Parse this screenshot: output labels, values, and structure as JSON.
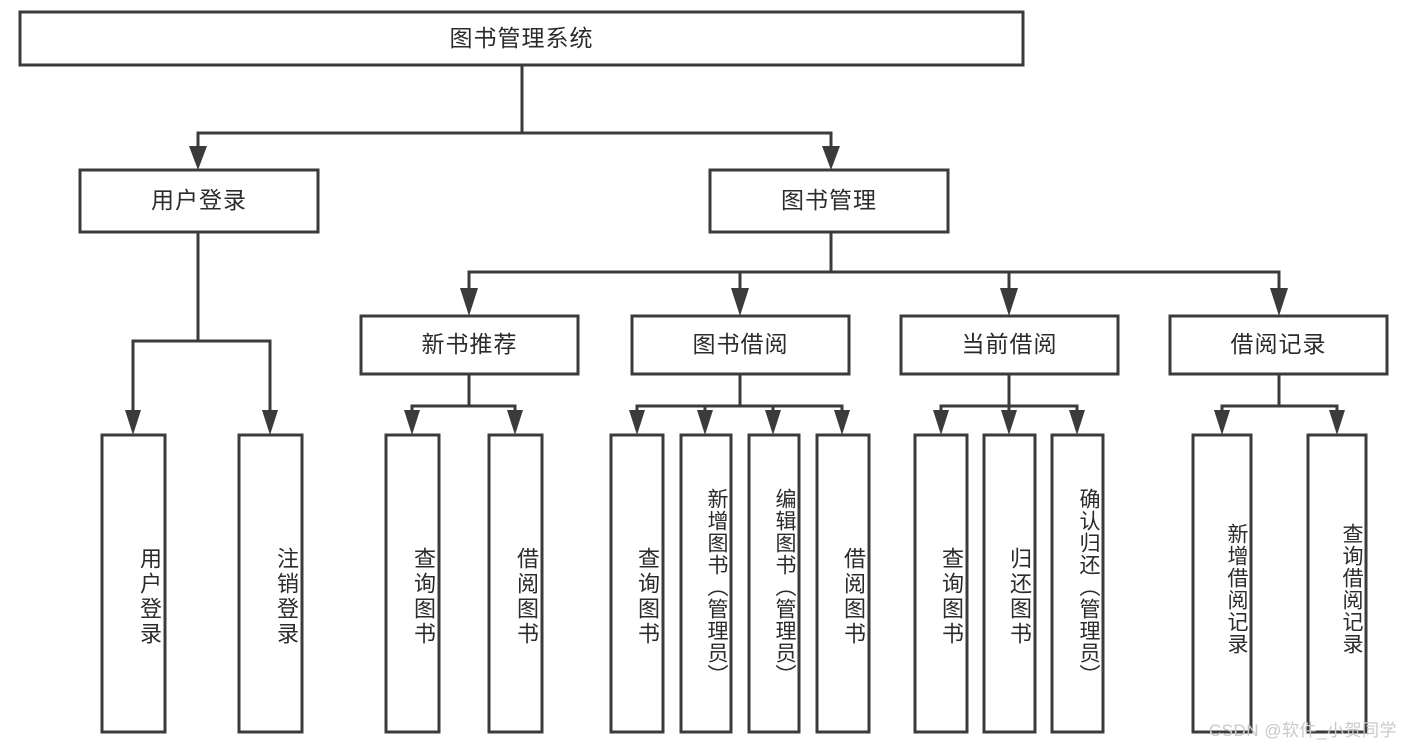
{
  "diagram": {
    "title": "图书管理系统",
    "type": "tree-hierarchy",
    "root": {
      "id": "root",
      "label": "图书管理系统"
    },
    "level2": [
      {
        "id": "user-login",
        "label": "用户登录"
      },
      {
        "id": "book-management",
        "label": "图书管理"
      }
    ],
    "level3": [
      {
        "id": "new-book-recommend",
        "label": "新书推荐",
        "parent": "book-management"
      },
      {
        "id": "book-borrow",
        "label": "图书借阅",
        "parent": "book-management"
      },
      {
        "id": "current-borrow",
        "label": "当前借阅",
        "parent": "book-management"
      },
      {
        "id": "borrow-record",
        "label": "借阅记录",
        "parent": "book-management"
      }
    ],
    "leaves": [
      {
        "id": "leaf-user-login",
        "label": "用户登录",
        "parent": "user-login"
      },
      {
        "id": "leaf-logout-login",
        "label": "注销登录",
        "parent": "user-login"
      },
      {
        "id": "leaf-query-book-1",
        "label": "查询图书",
        "parent": "new-book-recommend"
      },
      {
        "id": "leaf-borrow-book-1",
        "label": "借阅图书",
        "parent": "new-book-recommend"
      },
      {
        "id": "leaf-query-book-2",
        "label": "查询图书",
        "parent": "book-borrow"
      },
      {
        "id": "leaf-add-book",
        "label": "新增图书（管理员）",
        "parent": "book-borrow"
      },
      {
        "id": "leaf-edit-book",
        "label": "编辑图书（管理员）",
        "parent": "book-borrow"
      },
      {
        "id": "leaf-borrow-book-2",
        "label": "借阅图书",
        "parent": "book-borrow"
      },
      {
        "id": "leaf-query-book-3",
        "label": "查询图书",
        "parent": "current-borrow"
      },
      {
        "id": "leaf-return-book",
        "label": "归还图书",
        "parent": "current-borrow"
      },
      {
        "id": "leaf-confirm-return",
        "label": "确认归还（管理员）",
        "parent": "current-borrow"
      },
      {
        "id": "leaf-add-record",
        "label": "新增借阅记录",
        "parent": "borrow-record"
      },
      {
        "id": "leaf-query-record",
        "label": "查询借阅记录",
        "parent": "borrow-record"
      }
    ],
    "colors": {
      "stroke": "#3b3b3b",
      "fill": "#ffffff",
      "text": "#2b2b2b",
      "watermark": "#c9c9c9",
      "background": "#ffffff"
    }
  },
  "watermark": {
    "text": "CSDN @软件_小贺同学"
  }
}
